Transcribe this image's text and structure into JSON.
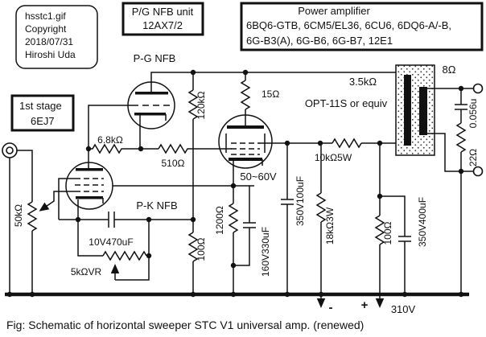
{
  "figure": {
    "caption": "Fig:  Schematic of horizontal sweeper STC V1 universal amp. (renewed)"
  },
  "title_block": {
    "filename": "hsstc1.gif",
    "copyright": "Copyright",
    "date": "2018/07/31",
    "author": "Hiroshi Uda"
  },
  "boxes": {
    "nfb_unit": {
      "title": "P/G NFB unit",
      "tube": "12AX7/2"
    },
    "power_amp": {
      "title": "Power amplifier",
      "tubes_line1": "6BQ6-GTB, 6CM5/EL36, 6CU6, 6DQ6-A/-B,",
      "tubes_line2": "6G-B3(A), 6G-B6, 6G-B7, 12E1"
    },
    "first_stage": {
      "title": "1st stage",
      "tube": "6EJ7"
    }
  },
  "labels": {
    "pg_nfb": "P-G NFB",
    "pk_nfb": "P-K NFB",
    "volume_pot": "50kΩ",
    "r_plate_first": "6.8kΩ",
    "r_grid": "510Ω",
    "r_nfb": "120kΩ",
    "r_plate_stopper": "15Ω",
    "r_nfb_divider": "100Ω",
    "r_cathode_power": "1200Ω",
    "c_cathode_power": "160V330uF",
    "c_screen": "350V100uF",
    "r_bleeder": "18kΩ3W",
    "r_screen": "10kΩ5W",
    "primary_impedance": "3.5kΩ",
    "secondary_impedance": "8Ω",
    "opt": "OPT-11S  or equiv",
    "cathode_voltage": "50~60V",
    "c_zobel": "0.056u",
    "r_zobel": "22Ω",
    "r_psu_filter": "100Ω",
    "c_psu_filter": "350V400uF",
    "c_cathode_first": "10V470uF",
    "vr_cathode_first": "5kΩVR",
    "supply_voltage": "310V",
    "plus": "+",
    "minus": "-"
  }
}
